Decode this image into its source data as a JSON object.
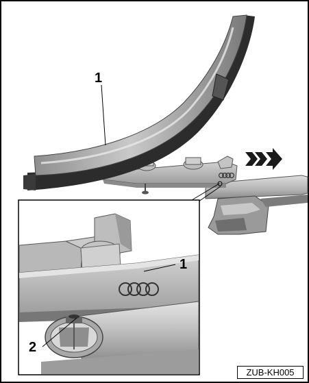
{
  "callouts": {
    "top_1": "1",
    "detail_1": "1",
    "detail_2": "2"
  },
  "figure_id": "ZUB-KH005",
  "icons": {
    "direction_arrow": "triple-chevron-right-arrow",
    "brand_logo": "four-rings-logo"
  }
}
